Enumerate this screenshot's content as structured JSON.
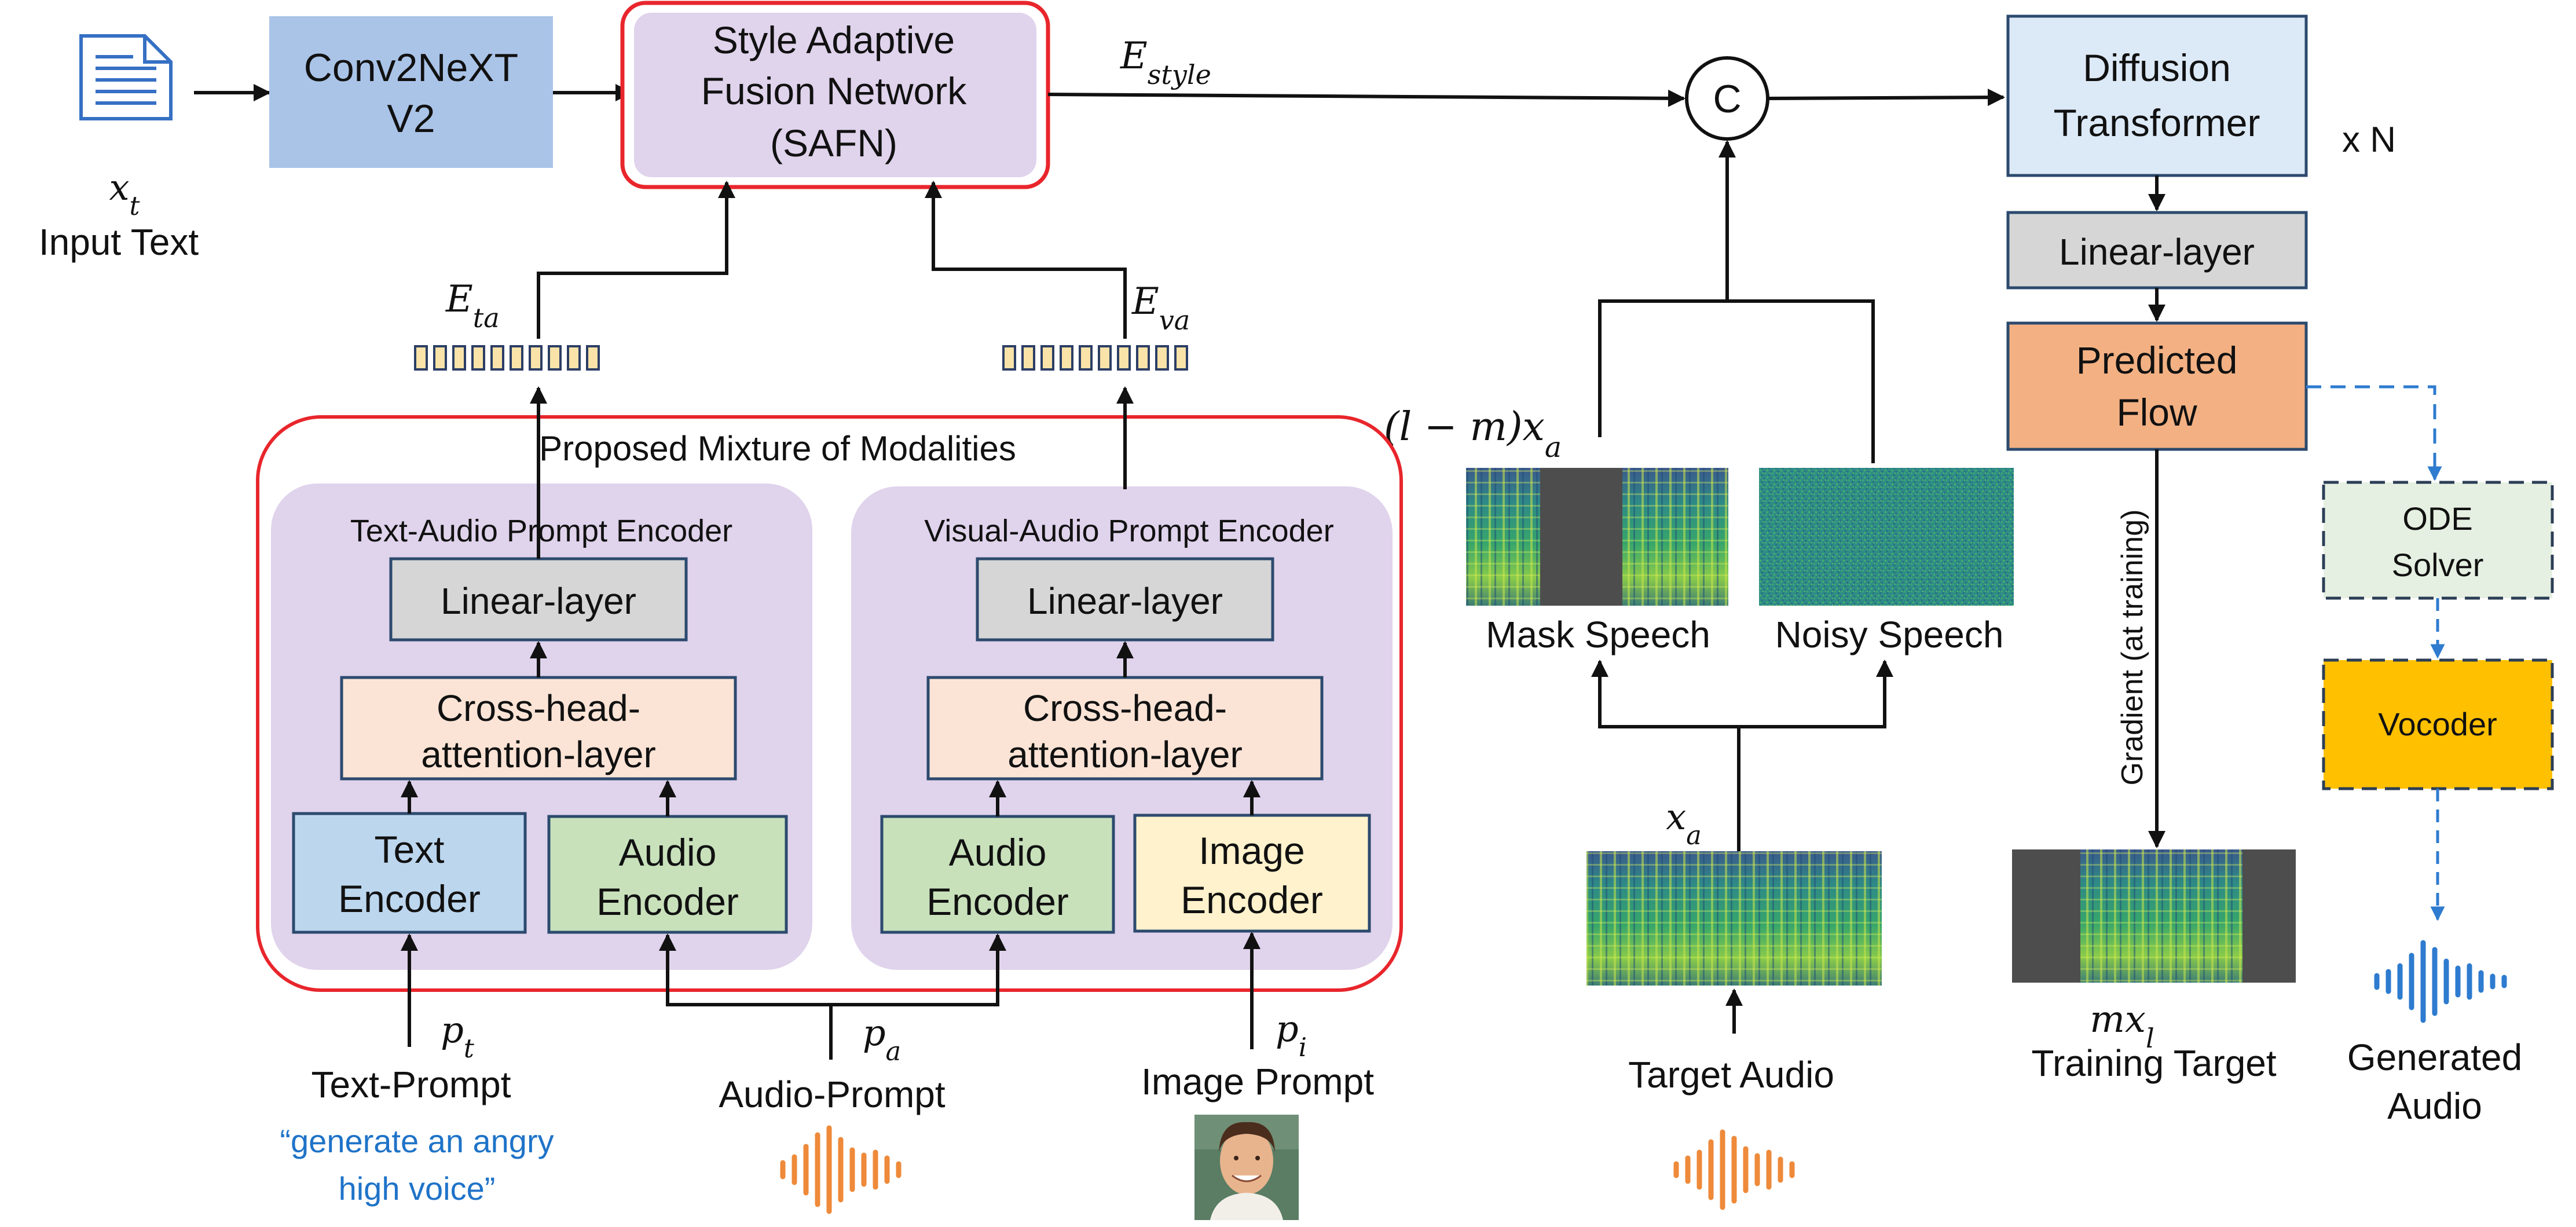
{
  "input": {
    "symbol": "x_t",
    "label": "Input Text"
  },
  "conv": {
    "line1": "Conv2NeXT",
    "line2": "V2"
  },
  "safn": {
    "line1": "Style Adaptive",
    "line2": "Fusion Network",
    "line3": "(SAFN)"
  },
  "symbols": {
    "e_style": "E_style",
    "e_ta": "E_ta",
    "e_va": "E_va",
    "concat": "C",
    "lm_xa": "(l − m)x_a",
    "x_a": "x_a",
    "mx_l": "mx_l",
    "p_t": "p_t",
    "p_a": "p_a",
    "p_i": "p_i"
  },
  "mixture": {
    "title": "Proposed Mixture of Modalities",
    "ta_encoder": {
      "title": "Text-Audio Prompt Encoder",
      "linear": "Linear-layer",
      "cross": {
        "line1": "Cross-head-",
        "line2": "attention-layer"
      },
      "text_enc": {
        "line1": "Text",
        "line2": "Encoder"
      },
      "audio_enc": {
        "line1": "Audio",
        "line2": "Encoder"
      }
    },
    "va_encoder": {
      "title": "Visual-Audio Prompt Encoder",
      "linear": "Linear-layer",
      "cross": {
        "line1": "Cross-head-",
        "line2": "attention-layer"
      },
      "audio_enc": {
        "line1": "Audio",
        "line2": "Encoder"
      },
      "image_enc": {
        "line1": "Image",
        "line2": "Encoder"
      }
    }
  },
  "prompts": {
    "text_prompt": "Text-Prompt",
    "text_example_line1": "“generate an angry",
    "text_example_line2": "high voice”",
    "audio_prompt": "Audio-Prompt",
    "image_prompt": "Image Prompt"
  },
  "speech": {
    "mask": "Mask Speech",
    "noisy": "Noisy Speech",
    "target_audio": "Target Audio"
  },
  "diffusion": {
    "line1": "Diffusion",
    "line2": "Transformer",
    "repeat": "x N"
  },
  "linear_right": "Linear-layer",
  "flow": {
    "line1": "Predicted",
    "line2": "Flow"
  },
  "gradient": "Gradient (at training)",
  "ode": {
    "line1": "ODE",
    "line2": "Solver"
  },
  "vocoder": "Vocoder",
  "training_target": "Training Target",
  "generated": {
    "line1": "Generated",
    "line2": "Audio"
  },
  "colors": {
    "red_border": "#e8262c",
    "purple_fill": "#e0d3ec",
    "blue_box": "#aac4e8",
    "light_blue": "#dce9f6",
    "gray_box": "#d6d6d6",
    "peach": "#fbe4d6",
    "green": "#c8e1bb",
    "cream": "#fff2cc",
    "orange": "#f3b183",
    "gold": "#ffc000",
    "ode_fill": "#e6f0e2",
    "dash_blue": "#2e7bcf",
    "text_blue": "#1f73c8",
    "wave_orange": "#ee8a3a",
    "wave_blue": "#2e7bcf",
    "token_fill": "#fae3a8",
    "token_stroke": "#2c3e66"
  }
}
